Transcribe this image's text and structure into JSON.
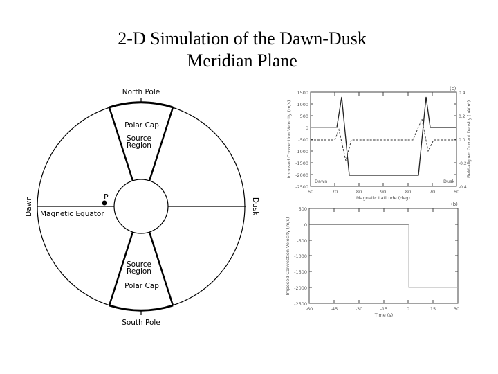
{
  "title": {
    "line1": "2-D Simulation of the Dawn-Dusk",
    "line2": "Meridian Plane"
  },
  "diagram": {
    "north_pole": "North Pole",
    "south_pole": "South Pole",
    "dawn": "Dawn",
    "dusk": "Dusk",
    "magnetic_equator": "Magnetic Equator",
    "point_label": "P",
    "north_polar_cap": "Polar Cap",
    "north_source_line1": "Source",
    "north_source_line2": "Region",
    "south_source_line1": "Source",
    "south_source_line2": "Region",
    "south_polar_cap": "Polar Cap"
  },
  "chart_data": [
    {
      "type": "line",
      "panel_label": "(c)",
      "title": "",
      "xlabel": "Magnetic Latitude (deg)",
      "ylabel": "Imposed Convection Velocity (m/s)",
      "y2label": "Field-aligned Current Density (µA/m²)",
      "x_tick_labels": [
        "60",
        "70",
        "80",
        "90",
        "80",
        "70",
        "60"
      ],
      "y_ticks": [
        "1500",
        "1000",
        "500",
        "0",
        "-500",
        "-1000",
        "-1500",
        "-2000",
        "-2500"
      ],
      "y2_ticks": [
        "0.4",
        "0.2",
        "0.0",
        "-0.2",
        "-0.4"
      ],
      "ylim": [
        -2500,
        1500
      ],
      "y2lim": [
        -0.4,
        0.4
      ],
      "annotations": [
        "Dawn",
        "Dusk"
      ],
      "series": [
        {
          "name": "Imposed Convection Velocity",
          "style": "solid",
          "x": [
            60,
            71.5,
            73,
            75.5,
            76,
            84,
            86.5,
            88,
            69.5,
            60
          ],
          "values": [
            0,
            0,
            1350,
            -1800,
            -2000,
            -2000,
            0,
            1350,
            0,
            0
          ]
        },
        {
          "name": "Field-aligned Current Density",
          "style": "dashed",
          "x": [
            60,
            70,
            72,
            74.5,
            76.5,
            85,
            87.5,
            88.5,
            68.5,
            60
          ],
          "values": [
            0.0,
            0.0,
            0.06,
            -0.2,
            0.0,
            0.0,
            0.16,
            -0.1,
            0.0,
            0.0
          ]
        }
      ]
    },
    {
      "type": "line",
      "panel_label": "(b)",
      "title": "",
      "xlabel": "Time (s)",
      "ylabel": "Imposed Convection Velocity (m/s)",
      "x_ticks": [
        "-60",
        "-45",
        "-30",
        "-15",
        "0",
        "15",
        "30"
      ],
      "y_ticks": [
        "500",
        "0",
        "-500",
        "-1000",
        "-1500",
        "-2000",
        "-2500"
      ],
      "xlim": [
        -60,
        30
      ],
      "ylim": [
        -2500,
        500
      ],
      "series": [
        {
          "name": "Imposed Convection Velocity",
          "x": [
            -60,
            0,
            0,
            30
          ],
          "values": [
            0,
            0,
            -2000,
            -2000
          ]
        }
      ]
    }
  ]
}
